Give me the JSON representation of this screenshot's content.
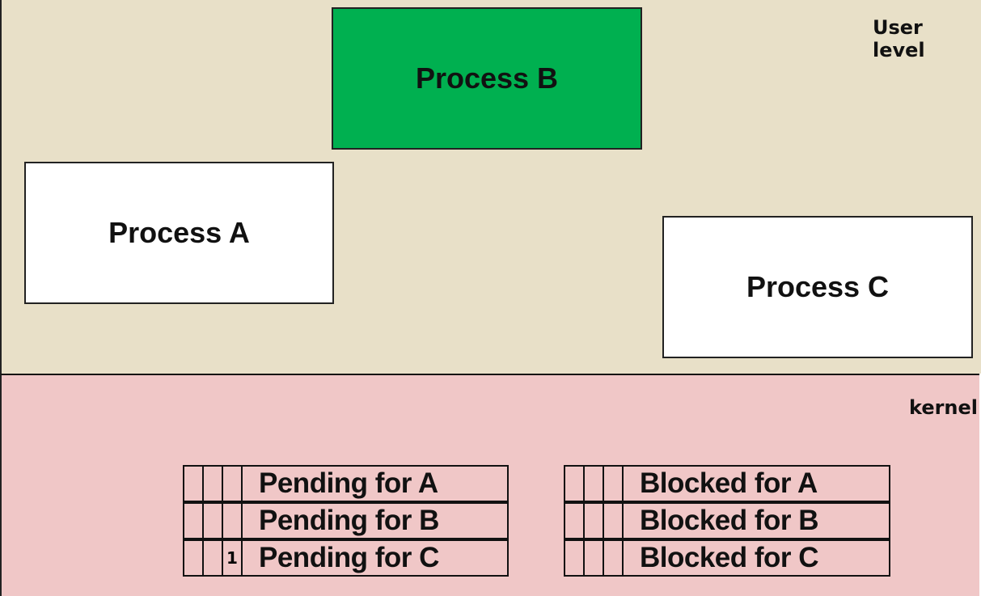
{
  "regions": {
    "user": "User level",
    "kernel": "kernel"
  },
  "processes": {
    "a": "Process A",
    "b": "Process B",
    "c": "Process C"
  },
  "colors": {
    "user_bg": "#e8e0c8",
    "kernel_bg": "#f0c7c7",
    "process_b_fill": "#00b050",
    "process_fill": "#ffffff"
  },
  "pending": {
    "rows": [
      {
        "label": "Pending for A",
        "bits": [
          "",
          "",
          ""
        ]
      },
      {
        "label": "Pending for B",
        "bits": [
          "",
          "",
          ""
        ]
      },
      {
        "label": "Pending for C",
        "bits": [
          "",
          "",
          "1"
        ]
      }
    ]
  },
  "blocked": {
    "rows": [
      {
        "label": "Blocked for A",
        "bits": [
          "",
          "",
          ""
        ]
      },
      {
        "label": "Blocked for B",
        "bits": [
          "",
          "",
          ""
        ]
      },
      {
        "label": "Blocked for C",
        "bits": [
          "",
          "",
          ""
        ]
      }
    ]
  }
}
